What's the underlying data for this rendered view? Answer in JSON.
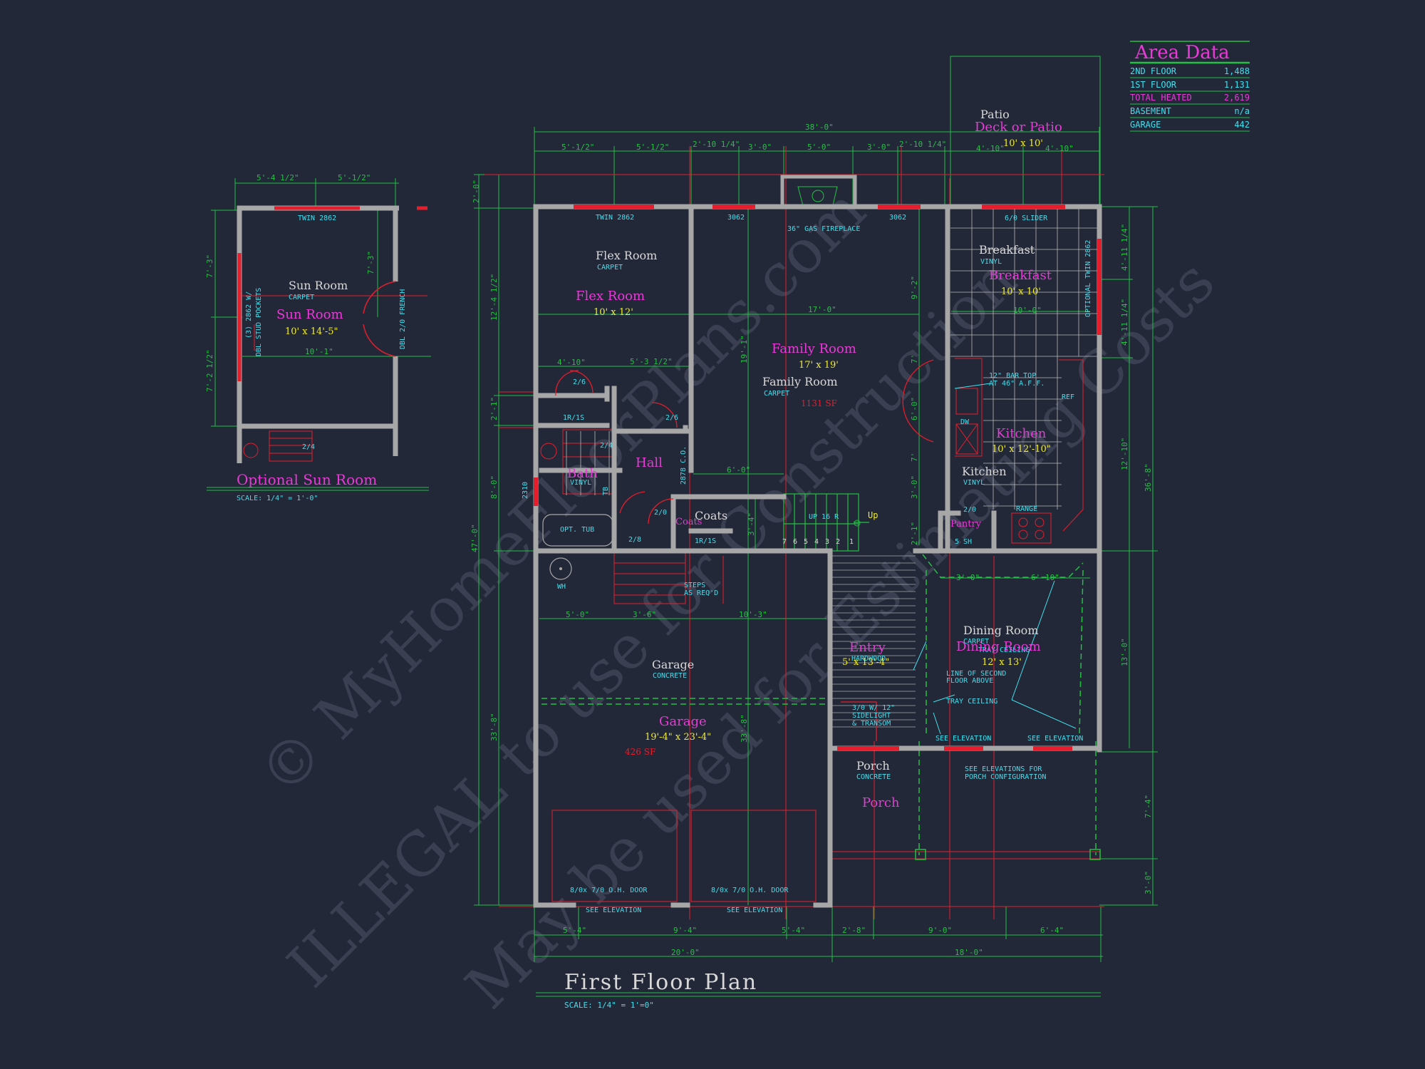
{
  "watermark": {
    "line1": "© MyHomeFloorPlans.com",
    "line2": "ILLEGAL to use for Construction",
    "line3": "May be used for Estimating Costs"
  },
  "area_data": {
    "title": "Area Data",
    "rows": [
      {
        "label": "2ND FLOOR",
        "value": "1,488"
      },
      {
        "label": "1ST FLOOR",
        "value": "1,131"
      },
      {
        "label": "TOTAL HEATED",
        "value": "2,619"
      },
      {
        "label": "BASEMENT",
        "value": "n/a"
      },
      {
        "label": "GARAGE",
        "value": "442"
      }
    ]
  },
  "sun_room_plan": {
    "title": "Optional Sun Room",
    "scale": "SCALE: 1/4\" = 1'-0\"",
    "room_name": "Sun Room",
    "room_floor": "CARPET",
    "room_title": "Sun Room",
    "room_size": "10' x 14'-5\"",
    "width_dim": "10'-1\"",
    "top_dim_1": "5'-4 1/2\"",
    "top_dim_2": "5'-1/2\"",
    "left_dim_1": "7'-3\"",
    "left_dim_2": "7'-2 1/2\"",
    "right_dim": "7'-3\"",
    "window_top": "TWIN 2862",
    "window_left": "(3) 2862 W/",
    "window_left_2": "DBL STUD POCKETS",
    "door_right": "DBL 2/0 FRENCH",
    "stair": "2/4"
  },
  "floor_plan": {
    "title": "First Floor Plan",
    "scale": "SCALE: 1/4\" = 1'=0\"",
    "overall_top": "38'-0\"",
    "top_dims": [
      "5'-1/2\"",
      "5'-1/2\"",
      "2'-10 1/4\"",
      "3'-0\"",
      "5'-0\"",
      "3'-0\"",
      "2'-10 1/4\"",
      "4'-10\"",
      "4'-10\""
    ],
    "bottom_dims": [
      "5'-4\"",
      "9'-4\"",
      "5'-4\"",
      "2'-8\"",
      "9'-0\"",
      "6'-4\""
    ],
    "bottom_totals": [
      "20'-0\"",
      "18'-0\""
    ],
    "left_dims": [
      "2'-0\"",
      "12'-4 1/2\"",
      "2'-1\"",
      "8'-0\"",
      "47'-0\"",
      "33'-8\""
    ],
    "right_dims": [
      "4'-11 1/4\"",
      "4'-11 1/4\"",
      "12'-10\"",
      "13'-0\"",
      "36'-8\"",
      "7'-4\"",
      "3'-0\""
    ],
    "interior_dims": [
      "4'-10\"",
      "5'-3 1/2\"",
      "17'-0\"",
      "10'-0\"",
      "6'-0\"",
      "5'-0\"",
      "3'-6\"",
      "10'-3\"",
      "3'-0\"",
      "6'-10\"",
      "19'-1\"",
      "9'-2\"",
      "7'",
      "6'-0\"",
      "7'",
      "3'-0\"",
      "2'-1\"",
      "3'-4\"",
      "33'-8\""
    ],
    "patio": {
      "name": "Patio",
      "title": "Deck or Patio",
      "size": "10' x 10'"
    },
    "rooms": {
      "flex_room": {
        "name": "Flex Room",
        "floor": "CARPET",
        "title": "Flex Room",
        "size": "10' x 12'"
      },
      "family_room": {
        "title": "Family Room",
        "size": "17' x 19'",
        "name": "Family Room",
        "floor": "CARPET",
        "area": "1131 SF"
      },
      "breakfast": {
        "name": "Breakfast",
        "floor": "VINYL",
        "title": "Breakfast",
        "size": "10' x 10'"
      },
      "kitchen": {
        "title": "Kitchen",
        "size": "10' x 12'-10\"",
        "name": "Kitchen",
        "floor": "VINYL"
      },
      "bath": {
        "title": "Bath",
        "floor": "VINYL"
      },
      "hall": {
        "title": "Hall"
      },
      "coats": {
        "name": "Coats",
        "title": "Coats"
      },
      "pantry": {
        "title": "Pantry"
      },
      "garage": {
        "name": "Garage",
        "floor": "CONCRETE",
        "title": "Garage",
        "size": "19'-4\" x 23'-4\"",
        "area": "426 SF"
      },
      "entry": {
        "title": "Entry",
        "floor": "HARDWOOD",
        "size": "5' x 13'-4\""
      },
      "dining_room": {
        "name": "Dining Room",
        "floor": "CARPET",
        "title": "Dining Room",
        "ceiling": "TRAY CEILING",
        "size": "12' x 13'"
      },
      "porch": {
        "name": "Porch",
        "floor": "CONCRETE",
        "title": "Porch"
      }
    },
    "notes": {
      "fireplace": "36\" GAS FIREPLACE",
      "twin_2862": "TWIN 2862",
      "win_3062_a": "3062",
      "win_3062_b": "3062",
      "slider": "6/0 SLIDER",
      "optional_twin": "OPTIONAL TWIN 2862",
      "bar_top_1": "12\" BAR TOP",
      "bar_top_2": "AT 46\" A.F.F.",
      "ref": "REF",
      "dw": "DW",
      "range": "RANGE",
      "door_26a": "2/6",
      "door_26b": "2/6",
      "door_24": "2/4",
      "door_20a": "2/0",
      "door_20b": "2/0",
      "door_28": "2/8",
      "shelf_1": "1R/1S",
      "shelf_2": "1R/1S",
      "shelf_5": "5 SH",
      "co_2878": "2878 C.O.",
      "win_2310": "2310",
      "opt_tub": "OPT. TUB",
      "tb": "TB",
      "wh": "WH",
      "steps_1": "STEPS",
      "steps_2": "AS REQ'D",
      "stair_up": "UP 16 R",
      "up": "Up",
      "stair_nums": [
        "7",
        "6",
        "5",
        "4",
        "3",
        "2",
        "1"
      ],
      "line_second_1": "LINE OF SECOND",
      "line_second_2": "FLOOR ABOVE",
      "tray_ceiling": "TRAY CEILING",
      "see_elev_1": "SEE ELEVATION",
      "see_elev_2": "SEE ELEVATION",
      "see_elev_3": "SEE ELEVATION",
      "see_elev_4": "SEE ELEVATION",
      "porch_config_1": "SEE ELEVATIONS FOR",
      "porch_config_2": "PORCH CONFIGURATION",
      "ohd_1": "8/0x 7/0 O.H. DOOR",
      "ohd_2": "8/0x 7/0 O.H. DOOR",
      "entry_door_1": "3/0 W/ 12\"",
      "entry_door_2": "SIDELIGHT",
      "entry_door_3": "& TRANSOM"
    }
  },
  "colors": {
    "background": "#232838",
    "wall": "#a7a7a7",
    "dimension": "#22c043",
    "window": "#e41e2c",
    "label_magenta": "#e83ad6",
    "label_yellow": "#f0ec2a",
    "label_cyan": "#3fe0ee",
    "label_white": "#d8d8d8",
    "watermark": "#3a4052"
  }
}
